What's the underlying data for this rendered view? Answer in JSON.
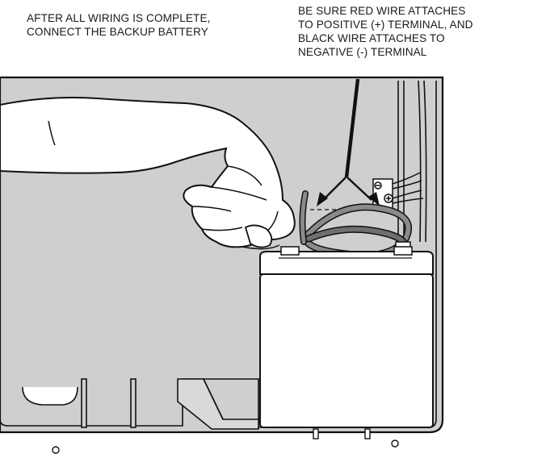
{
  "captions": {
    "left": {
      "lines": [
        "AFTER ALL WIRING IS COMPLETE,",
        "CONNECT THE BACKUP BATTERY"
      ]
    },
    "right": {
      "lines": [
        "BE SURE RED WIRE ATTACHES",
        "TO POSITIVE (+) TERMINAL, AND",
        "BLACK WIRE ATTACHES TO",
        "NEGATIVE (-) TERMINAL"
      ]
    }
  },
  "colors": {
    "panel": "#cfcfcf",
    "battery": "#ffffff",
    "line": "#111111",
    "wire": "#8a8a8a"
  }
}
